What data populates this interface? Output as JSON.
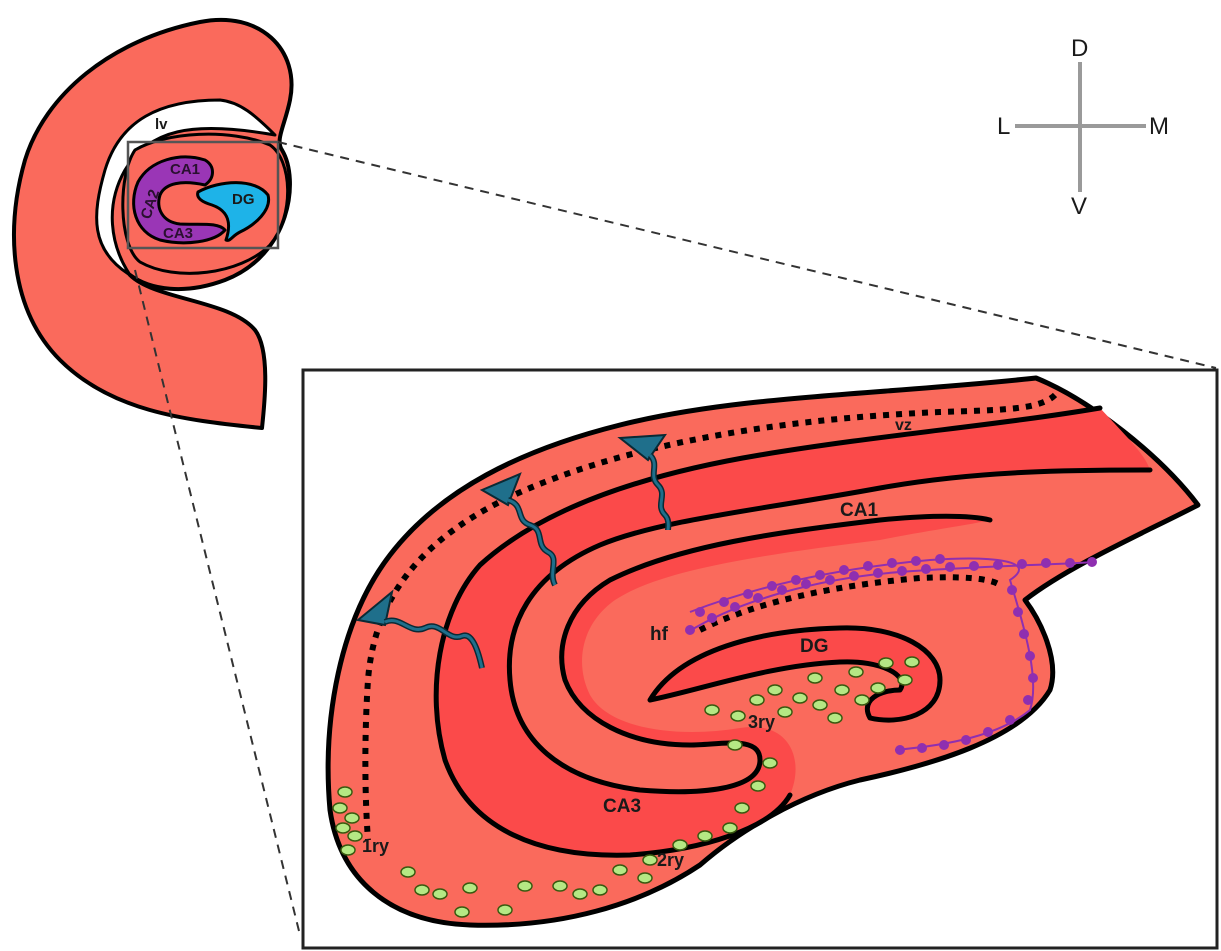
{
  "colors": {
    "tissue": "#fa6a5c",
    "tissue_dark": "#fb4a4a",
    "cornu_ammonis": "#9a36b6",
    "dentate_gyrus": "#1eb3e8",
    "outline": "#000000",
    "radial_glia": "#1f6f8b",
    "neuron_green": "#b5e884",
    "hf_purple": "#8f2fb0",
    "compass": "#9a9a9a"
  },
  "overview": {
    "lateral_ventricle": "lv",
    "ca1": "CA1",
    "ca2": "CA2",
    "ca3": "CA3",
    "dg": "DG"
  },
  "compass": {
    "dorsal": "D",
    "ventral": "V",
    "lateral": "L",
    "medial": "M"
  },
  "detail": {
    "vz": "vz",
    "ca1": "CA1",
    "ca3": "CA3",
    "dg": "DG",
    "hf": "hf",
    "primary_matrix": "1ry",
    "secondary_matrix": "2ry",
    "tertiary_matrix": "3ry"
  },
  "icons": [
    "radial-glia-icon",
    "neural-progenitor-icon",
    "cajal-retzius-cell-icon"
  ]
}
